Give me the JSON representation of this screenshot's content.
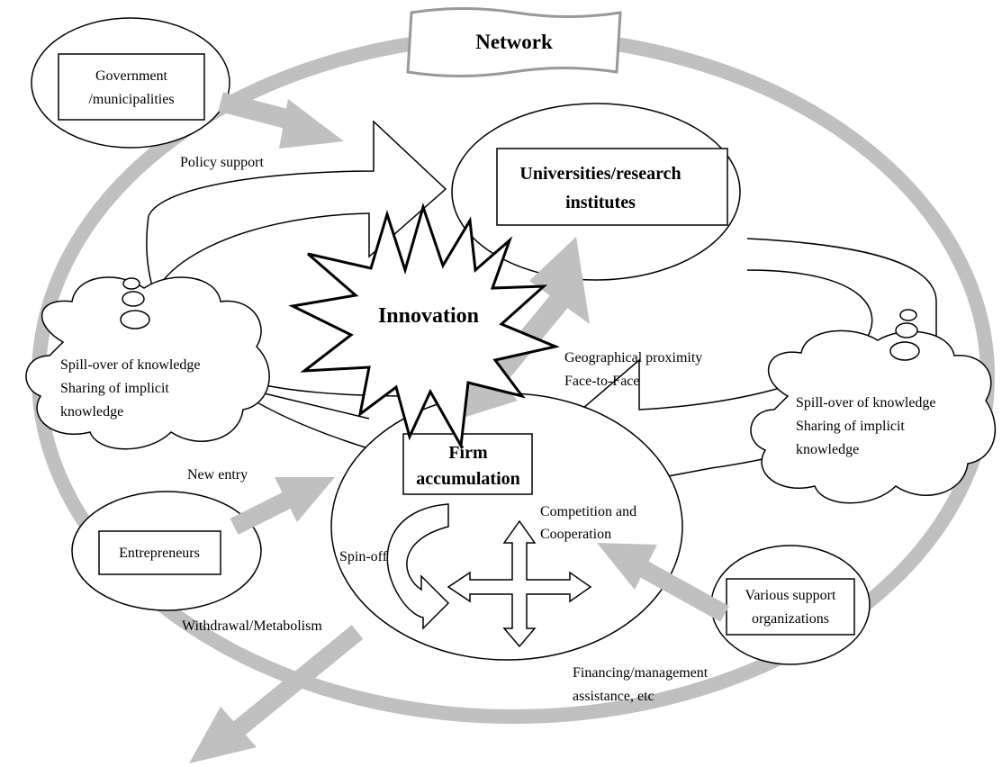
{
  "title": "Network",
  "nodes": {
    "government": [
      "Government",
      "/municipalities"
    ],
    "universities": [
      "Universities/research",
      "institutes"
    ],
    "innovation": "Innovation",
    "firm": [
      "Firm",
      "accumulation"
    ],
    "entrepreneurs": "Entrepreneurs",
    "support": [
      "Various support",
      "organizations"
    ]
  },
  "clouds": {
    "left": [
      "Spill-over of knowledge",
      "Sharing of implicit",
      "knowledge"
    ],
    "right": [
      "Spill-over of knowledge",
      "Sharing of implicit",
      "knowledge"
    ]
  },
  "labels": {
    "policy_support": "Policy support",
    "geo_proximity": "Geographical proximity",
    "face_to_face": "Face-to-Face",
    "new_entry": "New entry",
    "spin_off": "Spin-off",
    "competition": "Competition and",
    "cooperation": "Cooperation",
    "withdrawal": "Withdrawal/Metabolism",
    "financing": "Financing/management",
    "assistance": "assistance, etc"
  },
  "colors": {
    "arrow_gray": "#c0c0c0",
    "line": "#000000"
  }
}
